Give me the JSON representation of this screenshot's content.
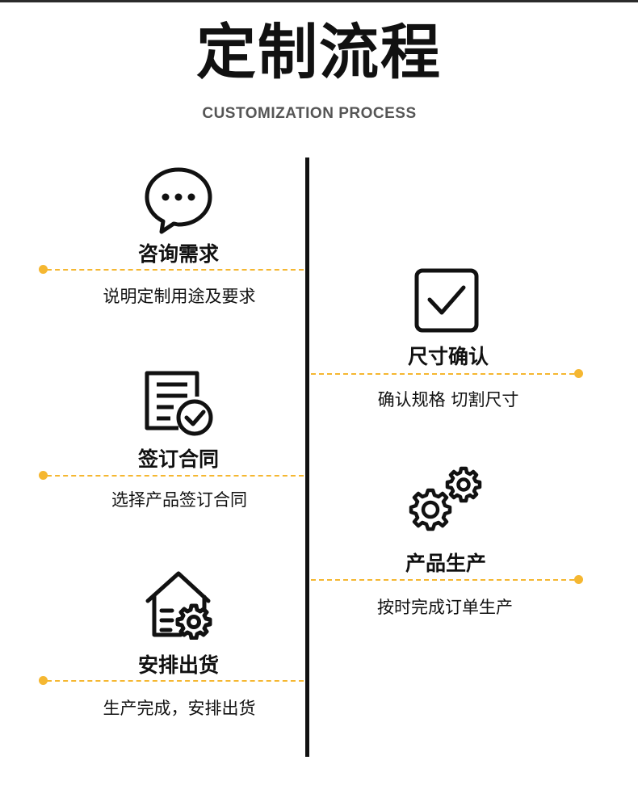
{
  "header": {
    "title": "定制流程",
    "subtitle": "CUSTOMIZATION PROCESS"
  },
  "steps": [
    {
      "title": "咨询需求",
      "desc": "说明定制用途及要求",
      "icon": "chat-bubble-icon",
      "side": "left"
    },
    {
      "title": "尺寸确认",
      "desc": "确认规格 切割尺寸",
      "icon": "checkbox-icon",
      "side": "right"
    },
    {
      "title": "签订合同",
      "desc": "选择产品签订合同",
      "icon": "contract-document-icon",
      "side": "left"
    },
    {
      "title": "产品生产",
      "desc": "按时完成订单生产",
      "icon": "gears-icon",
      "side": "right"
    },
    {
      "title": "安排出货",
      "desc": "生产完成，安排出货",
      "icon": "warehouse-gear-icon",
      "side": "left"
    }
  ],
  "colors": {
    "accent": "#f5b731",
    "text": "#111111",
    "subtitle": "#555555",
    "timeline": "#111111"
  }
}
